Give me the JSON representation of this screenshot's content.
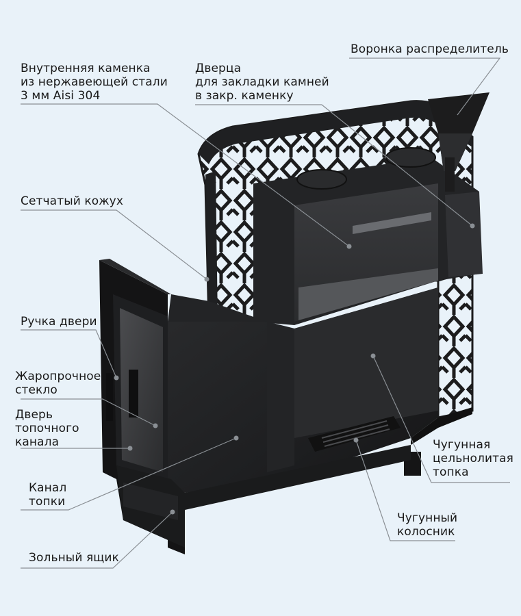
{
  "labels": {
    "inner_heater": "Внутренняя каменка\nиз нержавеющей стали\n3 мм Aisi 304",
    "stone_door": "Дверца\nдля закладки камней\nв закр. каменку",
    "funnel": "Воронка распределитель",
    "mesh_casing": "Сетчатый кожух",
    "door_handle": "Ручка двери",
    "heat_glass": "Жаропрочное\nстекло",
    "firebox_door": "Дверь\nтопочного\nканала",
    "fire_channel": "Канал\nтопки",
    "ash_box": "Зольный ящик",
    "cast_firebox": "Чугунная\nцельнолитая\nтопка",
    "cast_grate": "Чугунный\nколосник"
  },
  "colors": {
    "background": "#e9f2f9",
    "metal_dark": "#1b1b1c",
    "metal_mid": "#2e2f31",
    "metal_light": "#4a4b4e",
    "leader": "#8a8f94"
  }
}
